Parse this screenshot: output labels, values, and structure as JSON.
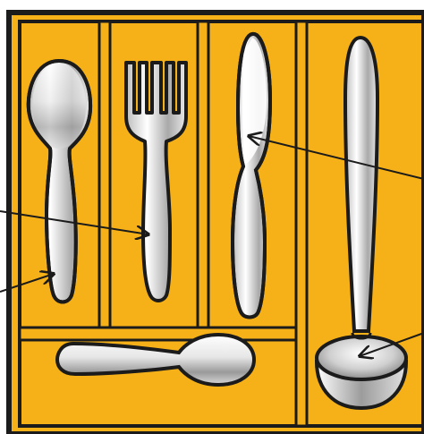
{
  "figure": {
    "alt_text": "",
    "colors": {
      "tray_fill": "#F6B118",
      "outline": "#1B1B1B",
      "background": "#FFFFFF",
      "arrow": "#1B1B1B",
      "metal_light": "#FFFFFF",
      "metal_dark": "#8F8F8F"
    },
    "items": [
      {
        "name": "spoon",
        "icon": "spoon-icon"
      },
      {
        "name": "fork",
        "icon": "fork-icon"
      },
      {
        "name": "knife",
        "icon": "knife-icon"
      },
      {
        "name": "ladle",
        "icon": "ladle-icon"
      },
      {
        "name": "small spoon",
        "icon": "spoon-icon"
      }
    ]
  }
}
